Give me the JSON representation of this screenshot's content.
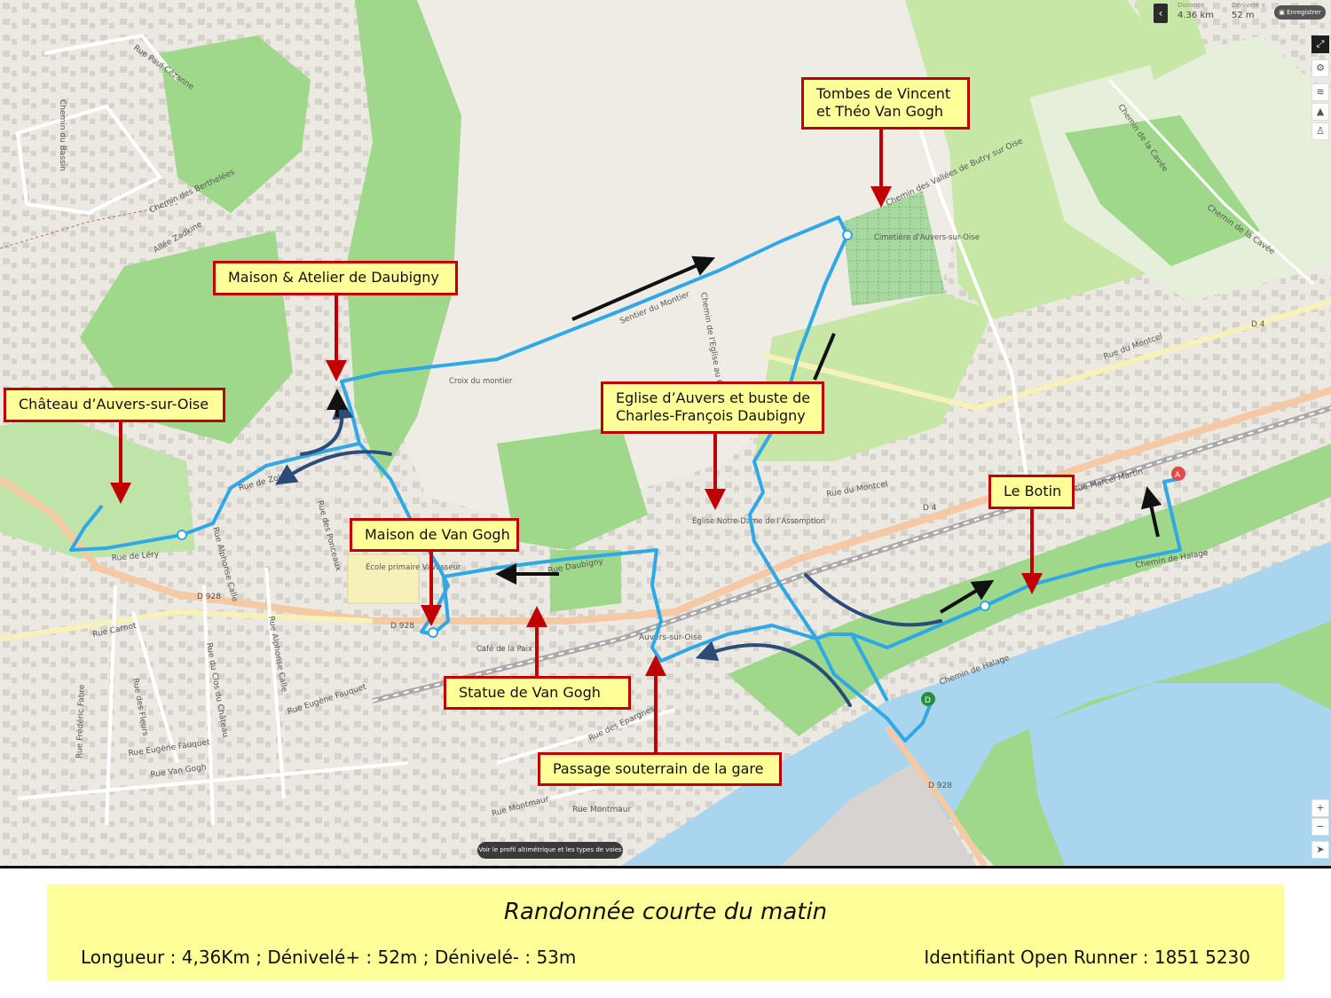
{
  "toolbar": {
    "distance_label": "Distance",
    "distance_value": "4.36 km",
    "elevation_label": "Dénivelé +",
    "elevation_value": "52 m",
    "save_label": "Enregistrer",
    "back_icon": "chevron-left-icon"
  },
  "map_tools": [
    "fullscreen-icon",
    "settings-icon",
    "layers-icon",
    "mountain-icon",
    "person-icon"
  ],
  "zoom": {
    "in": "+",
    "out": "−"
  },
  "profile_button": "Voir le profil altimétrique et les types de voies",
  "callouts": [
    {
      "id": "tombes",
      "lines": [
        "Tombes de Vincent",
        "et Théo Van Gogh"
      ]
    },
    {
      "id": "daubigny",
      "lines": [
        "Maison & Atelier de Daubigny"
      ]
    },
    {
      "id": "chateau",
      "lines": [
        "Château d’Auvers-sur-Oise"
      ]
    },
    {
      "id": "eglise",
      "lines": [
        "Eglise d’Auvers et buste de",
        "Charles-François Daubigny"
      ]
    },
    {
      "id": "vangogh",
      "lines": [
        "Maison de Van Gogh"
      ]
    },
    {
      "id": "botin",
      "lines": [
        "Le Botin"
      ]
    },
    {
      "id": "statue",
      "lines": [
        "Statue de Van Gogh"
      ]
    },
    {
      "id": "passage",
      "lines": [
        "Passage souterrain de la gare"
      ]
    }
  ],
  "map_labels": {
    "rue_paul_cezanne": "Rue Paul Cézanne",
    "chemin_du_bassin": "Chemin du Bassin",
    "chemin_des_berthelees": "Chemin des Berthelées",
    "allee_zadkine": "Allée Zadkine",
    "sentier_du_montier": "Sentier du Montier",
    "chemin_eglise": "Chemin de l'Eglise au Cimetière",
    "croix_du_montier": "Croix du montier",
    "chemin_vallees": "Chemin des Vallées de Butry sur Oise",
    "chemin_caveo": "Chemin de la Cavée",
    "rue_du_montcel": "Rue du Montcel",
    "rue_marcel_martin": "Rue Marcel Martin",
    "chemin_halage": "Chemin de Halage",
    "rue_carnot": "Rue Carnot",
    "rue_montmaur": "Rue Montmaur",
    "rue_van_gogh": "Rue Van Gogh",
    "rue_eugene_fauquet": "Rue Eugène Fauquet",
    "rue_daubigny": "Rue Daubigny",
    "rue_des_ponceaux": "Rue des Ponceaux",
    "rue_alphonse_calle": "Rue Alphonse Calle",
    "rue_frederic_fabre": "Rue Frédéric Fabre",
    "rue_des_fleurs": "Rue des Fleurs",
    "rue_du_clos": "Rue du Clos du Château",
    "rue_des_epargnes": "Rue des Epargnes",
    "rue_de_lery": "Rue de Léry",
    "rue_emile_zola": "Rue de Zola",
    "ecole": "École primaire Vavasseur",
    "cafe": "Café de la Paix",
    "eglise_notre_dame": "Église Notre-Dame de l'Assomption",
    "cimetiere": "Cimetière d'Auvers-sur-Oise",
    "auvers_sur_oise": "Auvers-sur-Oise",
    "d928": "D 928",
    "d4": "D 4"
  },
  "footer": {
    "title": "Randonnée courte du matin",
    "stats": "Longueur : 4,36Km ; Dénivelé+ : 52m ; Dénivelé- : 53m",
    "id": "Identifiant Open Runner : 1851 5230"
  },
  "colors": {
    "route": "#2ea8e6",
    "callout_bg": "#ffff9a",
    "callout_border": "#c00000",
    "arrow_red": "#c00000",
    "river": "#a9d6ee",
    "forest": "#9fd88a",
    "field": "#c7e7a6"
  }
}
